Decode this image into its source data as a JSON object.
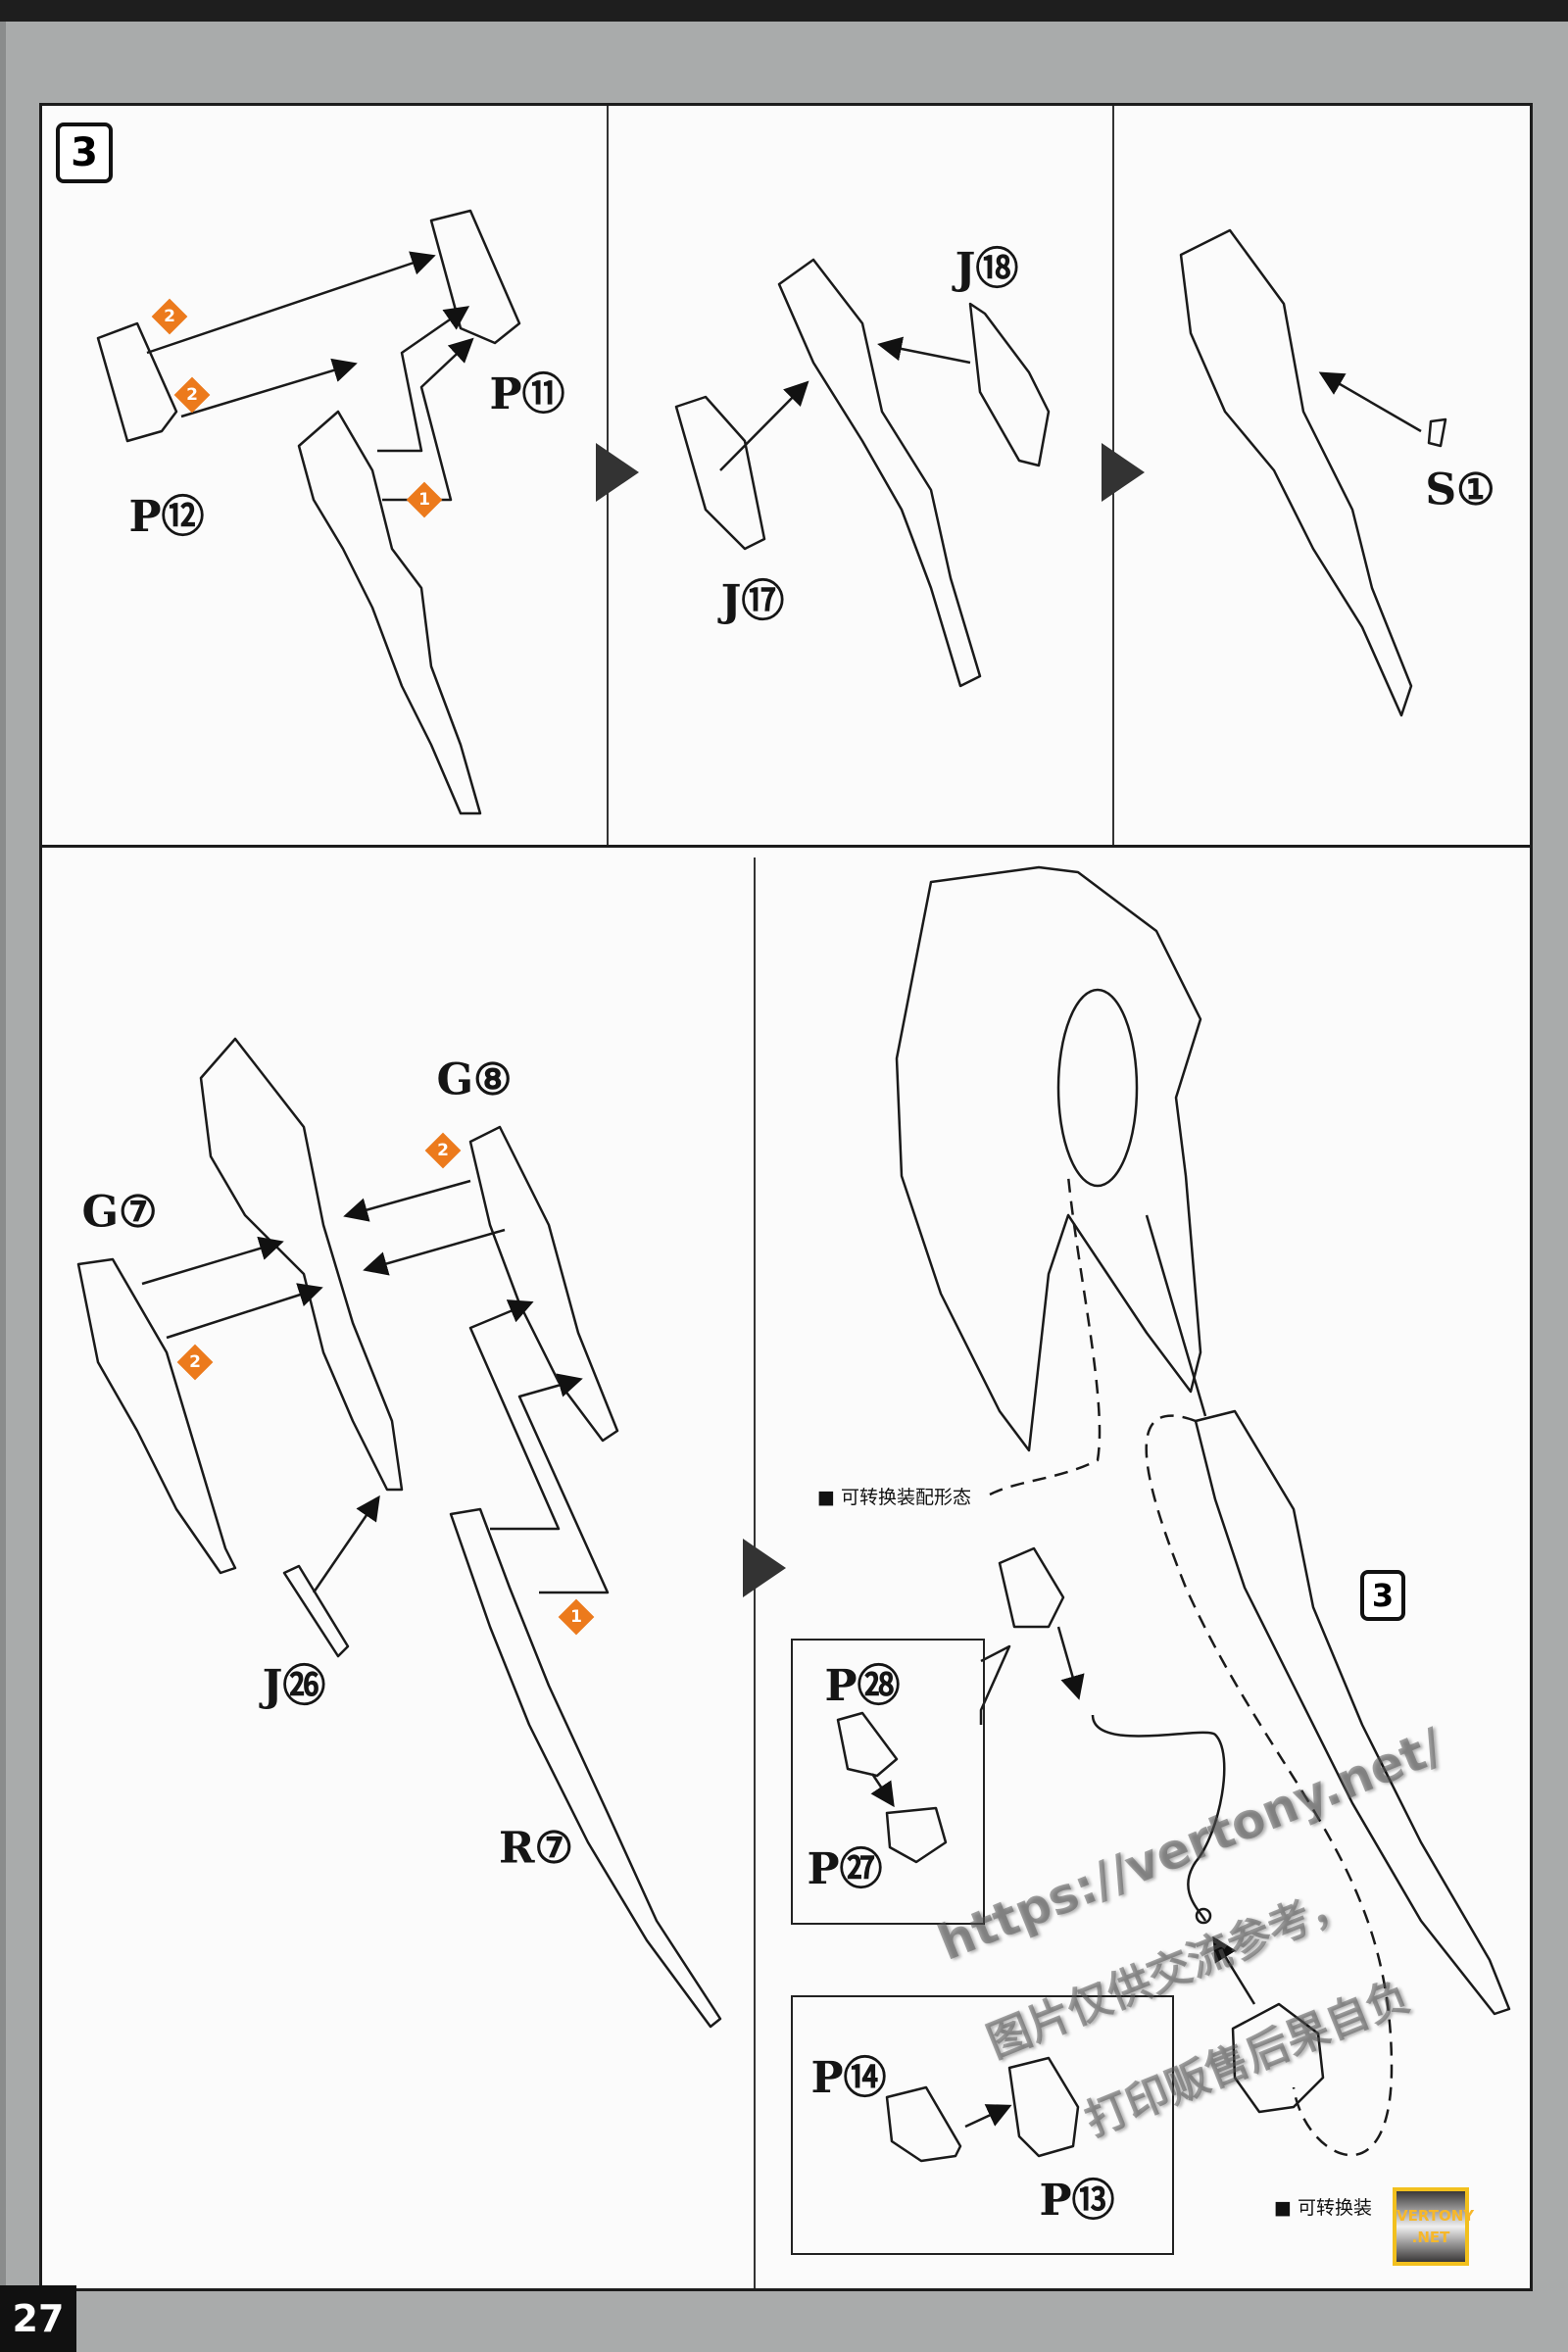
{
  "page": {
    "number": "27"
  },
  "top_panel": {
    "step": "3",
    "parts": {
      "p12": "P⑫",
      "p11": "P⑪",
      "j18": "J⑱",
      "j17": "J⑰",
      "s1": "S①"
    },
    "badges": [
      "2",
      "2",
      "1"
    ]
  },
  "bottom_panel": {
    "parts": {
      "g8": "G⑧",
      "g7": "G⑦",
      "j26": "J㉖",
      "r7": "R⑦"
    },
    "badges": [
      "2",
      "2",
      "1"
    ],
    "step_ref": "3",
    "caption_top": "■ 可转换装配形态",
    "caption_bottom": "■ 可转换装",
    "box1": {
      "p28": "P㉘",
      "p27": "P㉗"
    },
    "box2": {
      "p14": "P⑭",
      "p13": "P⑬"
    }
  },
  "watermark": {
    "url": "https://vertony.net/",
    "line1": "图片仅供交流参考，",
    "line2": "打印贩售后果自负"
  },
  "logo": {
    "line1": "VERTONY",
    "line2": ".NET"
  },
  "colors": {
    "badge": "#ec7a1c",
    "background": "#a9abab",
    "panel": "#fbfbfb"
  }
}
